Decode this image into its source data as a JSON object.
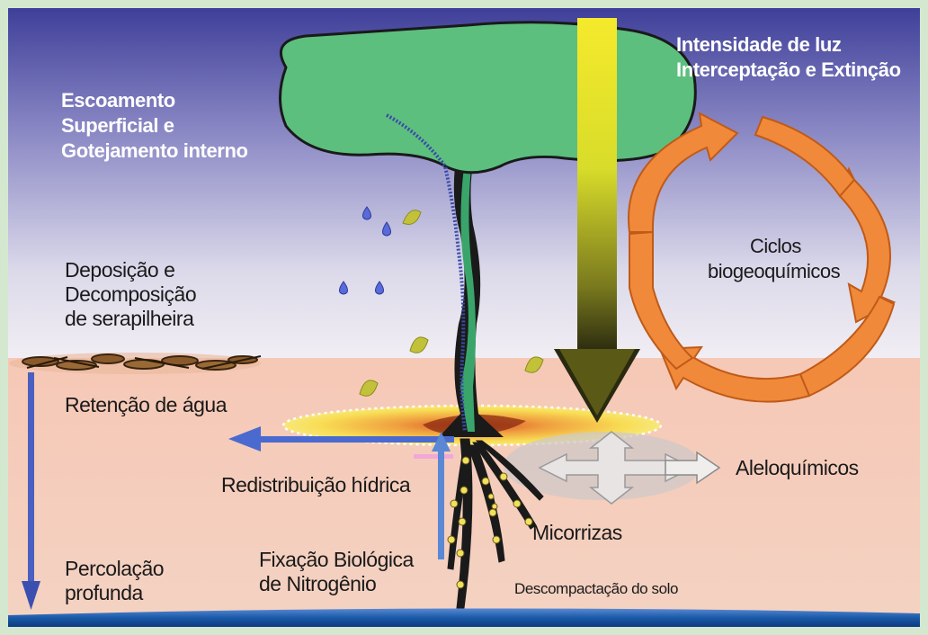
{
  "labels": {
    "escoamento": "Escoamento",
    "superficial": "Superficial e",
    "gotejamento": "Gotejamento interno",
    "luz_1": "Intensidade de luz",
    "luz_2": "Interceptação e Extinção",
    "ciclos_1": "Ciclos",
    "ciclos_2": "biogeoquímicos",
    "deposicao_1": "Deposição e",
    "deposicao_2": "Decomposição",
    "deposicao_3": "de serapilheira",
    "retencao": "Retenção de água",
    "redistribuicao": "Redistribuição hídrica",
    "aleloquimicos": "Aleloquímicos",
    "micorrizas": "Micorrizas",
    "fixacao_1": "Fixação Biológica",
    "fixacao_2": "de Nitrogênio",
    "percolacao_1": "Percolação",
    "percolacao_2": "profunda",
    "descompactacao": "Descompactação do solo"
  },
  "colors": {
    "sky_top": "#3f3f9a",
    "sky_bottom": "#f2f0f6",
    "soil": "#f4c4b2",
    "canopy": "#5cbf7e",
    "light_arrow": "#f5e62a",
    "cycle_arrow": "#f08a3a",
    "water_arrow": "#5b7fd6",
    "water_table": "#1a5aa8",
    "root": "#1a1a1a",
    "leaf": "#c2c23a"
  }
}
